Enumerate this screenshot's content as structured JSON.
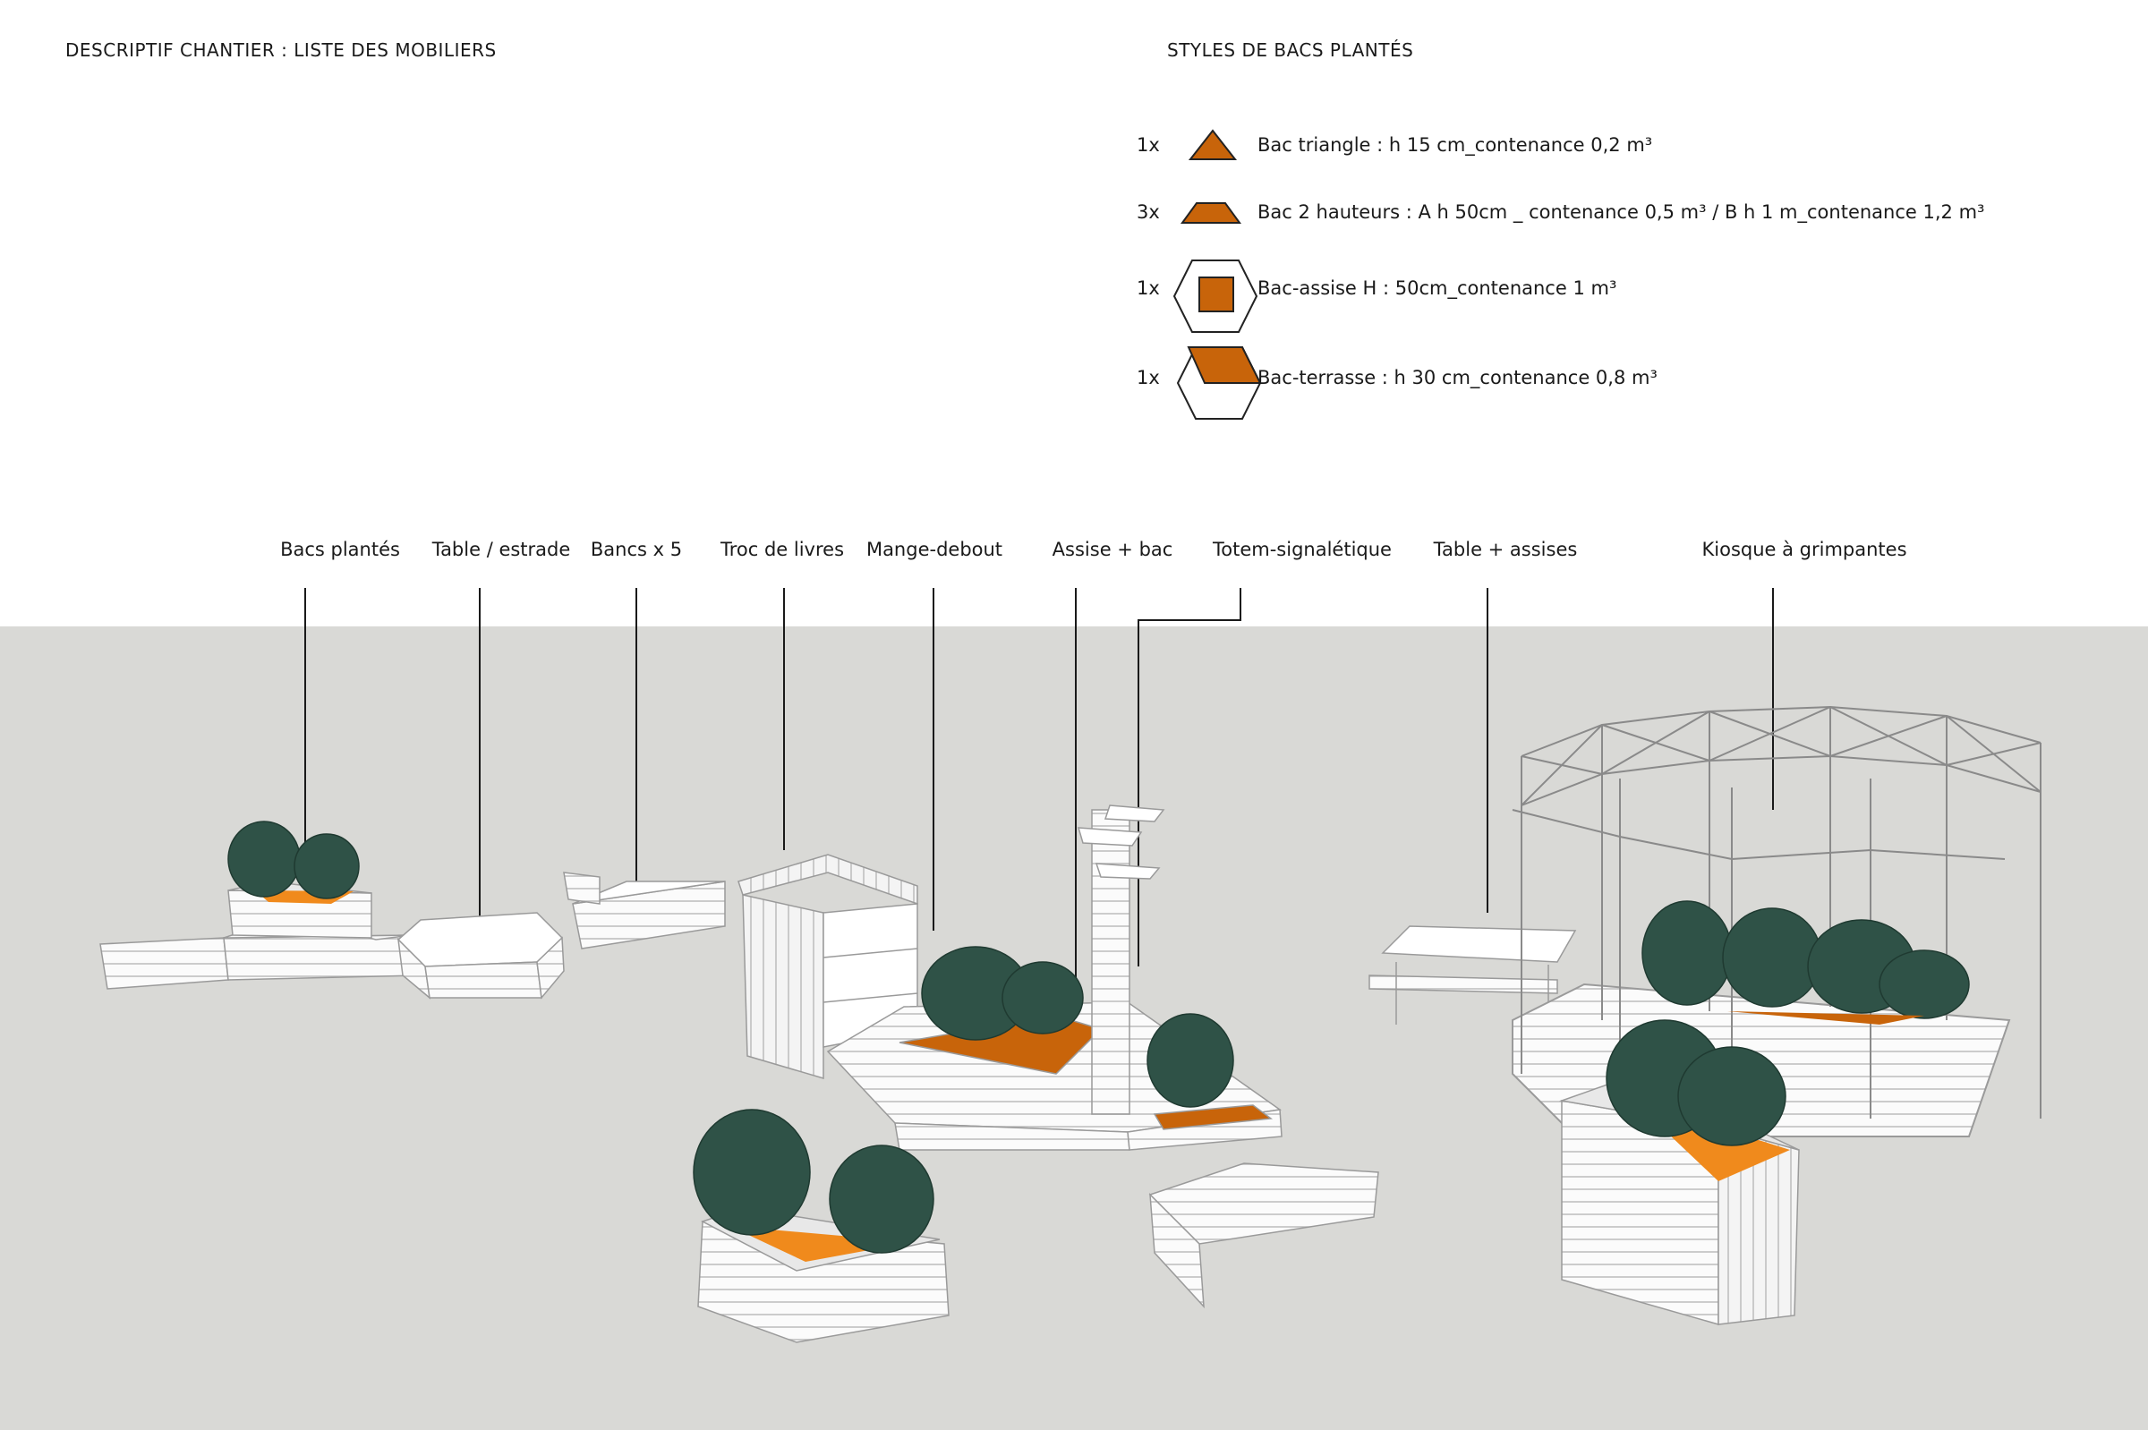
{
  "header": {
    "left_title": "DESCRIPTIF CHANTIER : LISTE DES MOBILIERS",
    "right_title": "STYLES DE BACS PLANTÉS"
  },
  "legend": [
    {
      "qty": "1x",
      "icon": "triangle-planter-icon",
      "label": "Bac triangle : h 15 cm_contenance 0,2 m³"
    },
    {
      "qty": "3x",
      "icon": "trapezoid-planter-icon",
      "label": "Bac 2 hauteurs : A h 50cm _ contenance 0,5 m³ / B h 1 m_contenance 1,2 m³"
    },
    {
      "qty": "1x",
      "icon": "hexagon-square-planter-icon",
      "label": "Bac-assise H : 50cm_contenance 1 m³"
    },
    {
      "qty": "1x",
      "icon": "hexagon-parallelogram-planter-icon",
      "label": "Bac-terrasse : h 30 cm_contenance 0,8 m³"
    }
  ],
  "callouts": [
    {
      "label": "Bacs plantés"
    },
    {
      "label": "Table / estrade"
    },
    {
      "label": "Bancs x 5"
    },
    {
      "label": "Troc de livres"
    },
    {
      "label": "Mange-debout"
    },
    {
      "label": "Assise + bac"
    },
    {
      "label": "Totem-signalétique"
    },
    {
      "label": "Table + assises"
    },
    {
      "label": "Kiosque à grimpantes"
    }
  ],
  "colors": {
    "accent_orange": "#c8640a",
    "bright_orange": "#f08a1c",
    "foliage": "#2f5247",
    "ground": "#d9d9d6",
    "wood": "#ffffff"
  }
}
